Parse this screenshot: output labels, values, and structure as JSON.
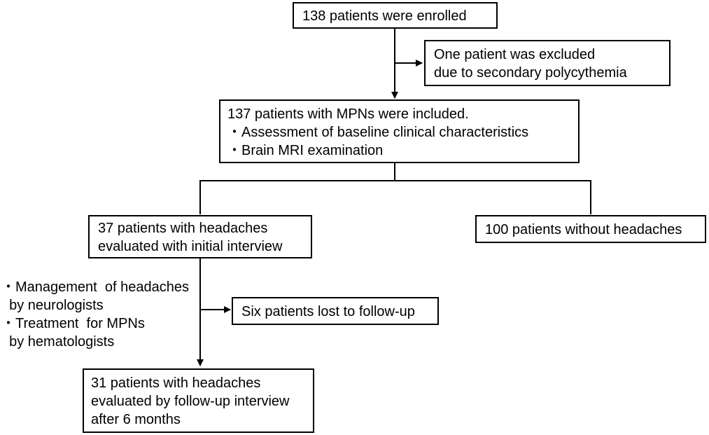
{
  "flowchart": {
    "enrolled": {
      "text": "138 patients were enrolled"
    },
    "excluded": {
      "lines": [
        "One patient was excluded",
        "due to  secondary polycythemia"
      ]
    },
    "included": {
      "lines": [
        "137 patients with MPNs were included.",
        "・Assessment of baseline clinical characteristics",
        "・Brain MRI examination"
      ]
    },
    "with_headaches": {
      "lines": [
        "37 patients with headaches",
        "evaluated with initial interview"
      ]
    },
    "without_headaches": {
      "text": "100 patients without headaches"
    },
    "management_note": {
      "lines": [
        "・Management  of headaches",
        "  by neurologists",
        "・Treatment  for MPNs",
        "  by hematologists"
      ]
    },
    "lost_followup": {
      "text": "Six patients lost to follow-up"
    },
    "followup": {
      "lines": [
        "31 patients with headaches",
        "evaluated by follow-up interview",
        "after 6 months"
      ]
    }
  },
  "colors": {
    "line": "#000000",
    "box_border": "#000000",
    "background": "#ffffff"
  }
}
